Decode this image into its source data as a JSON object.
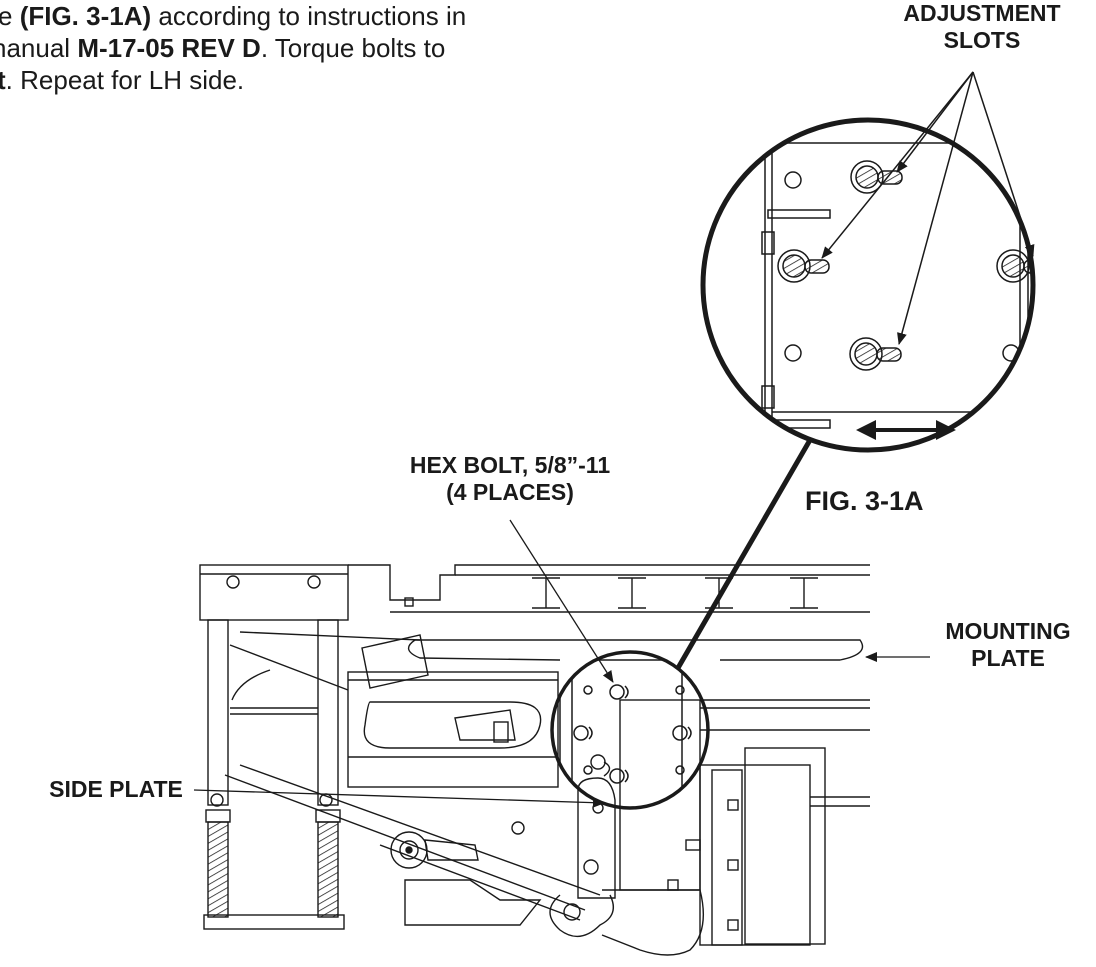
{
  "instructions": {
    "line1_pre": "e ",
    "line1_bold": "(FIG. 3-1A)",
    "line1_post": " according to instructions in",
    "line2_pre": "nanual ",
    "line2_bold": "M-17-05 REV D",
    "line2_post": ". Torque bolts to",
    "line3_bold": "t",
    "line3_post": ". Repeat  for LH side."
  },
  "labels": {
    "adjustment_line1": "ADJUSTMENT",
    "adjustment_line2": "SLOTS",
    "hex_bolt_line1": "HEX BOLT, 5/8”-11",
    "hex_bolt_line2": "(4 PLACES)",
    "mounting_line1": "MOUNTING",
    "mounting_line2": "PLATE",
    "side_plate": "SIDE PLATE",
    "figure_caption": "FIG. 3-1A"
  }
}
